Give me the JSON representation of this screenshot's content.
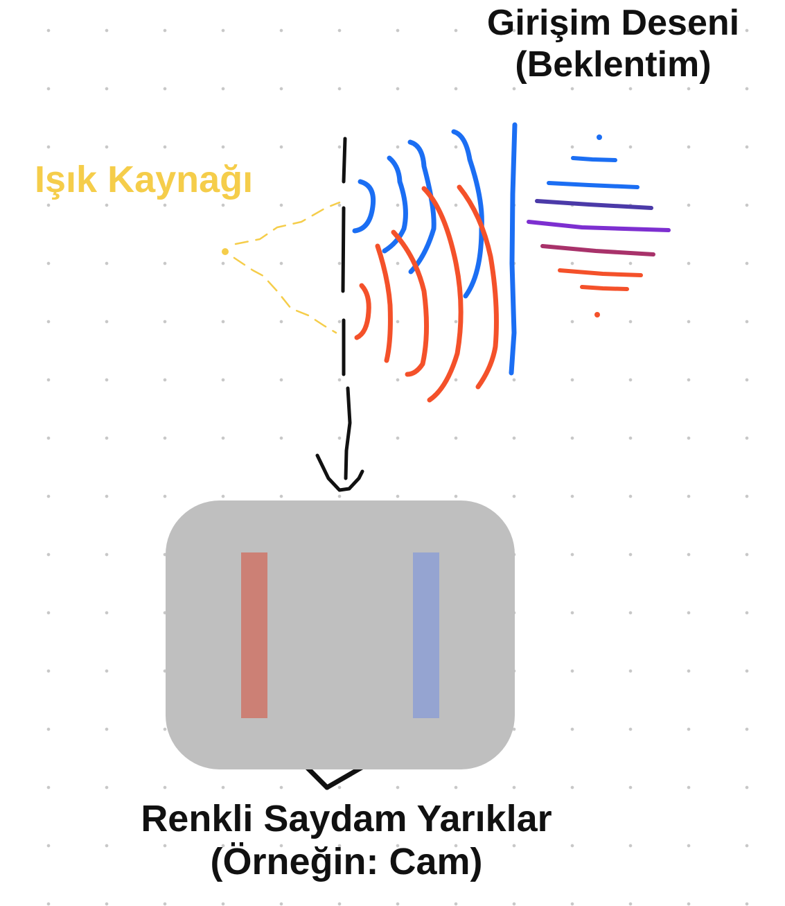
{
  "labels": {
    "interference_pattern_line1": "Girişim Deseni",
    "interference_pattern_line2": "(Beklentim)",
    "light_source": "Işık Kaynağı",
    "slits_line1": "Renkli Saydam Yarıklar",
    "slits_line2": "(Örneğin: Cam)"
  },
  "colors": {
    "light_source": "#f5cd4a",
    "wave_blue": "#1b6ef3",
    "wave_red": "#f4512a",
    "pattern_purple": "#7d2fd0",
    "pattern_indigo": "#4b3aa8",
    "pattern_magenta": "#a8326a",
    "barrier": "#111111",
    "panel": "#bfbfbf",
    "slit_red": "#cc8075",
    "slit_blue": "#95a4d1"
  }
}
